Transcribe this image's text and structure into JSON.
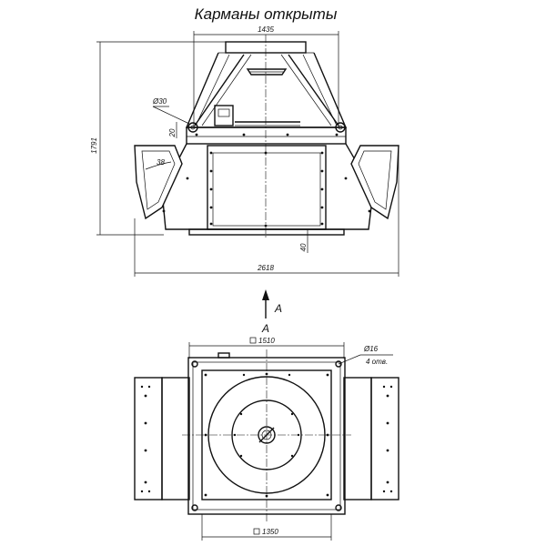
{
  "title": "Карманы открыты",
  "dimensions": {
    "top_width": "1435",
    "height": "1791",
    "hole_diameter": "Ø30",
    "offset_20": "20",
    "pocket_angle": "38",
    "base_offset": "40",
    "total_width": "2618",
    "square_1510": "1510",
    "square_1350": "1350",
    "mount_hole": "Ø16",
    "mount_hole_count": "4 отв."
  },
  "view_labels": {
    "arrow_label": "A",
    "view_label": "A"
  },
  "icons": {
    "square_symbol": "square-icon",
    "view_arrow": "arrow-up-icon"
  }
}
